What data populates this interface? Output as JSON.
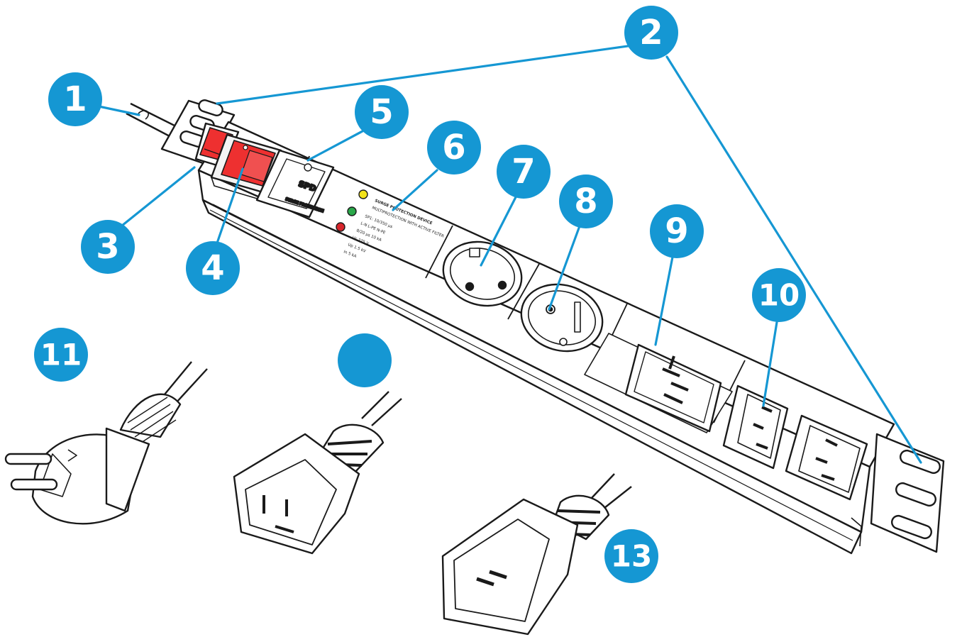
{
  "colors": {
    "callout": "#1597d3",
    "outline": "#1a1a1a",
    "switch_red": "#ee3030",
    "led_yellow": "#f2e21b",
    "led_green": "#2aa84a",
    "led_red": "#d8262c"
  },
  "callouts": [
    {
      "id": "1",
      "label": "1"
    },
    {
      "id": "2",
      "label": "2"
    },
    {
      "id": "3",
      "label": "3"
    },
    {
      "id": "4",
      "label": "4"
    },
    {
      "id": "5",
      "label": "5"
    },
    {
      "id": "6",
      "label": "6"
    },
    {
      "id": "7",
      "label": "7"
    },
    {
      "id": "8",
      "label": "8"
    },
    {
      "id": "9",
      "label": "9"
    },
    {
      "id": "10",
      "label": "10"
    },
    {
      "id": "11",
      "label": "11"
    },
    {
      "id": "12",
      "label": ""
    },
    {
      "id": "13",
      "label": "13"
    }
  ],
  "spd_module": {
    "letters": "SPD",
    "subtext": "SURGE PROTECTION"
  },
  "label_panel": {
    "heading": "SURGE PROTECTION DEVICE",
    "subheading": "MULTIPROTECTION WITH ACTIVE FILTER",
    "lines": [
      "SP1: 10/350 μs",
      "L-N L-PE N-PE",
      "8/20 μs 10 kA",
      "Uc 275 V",
      "Up 1.5 kV",
      "In 5 kA"
    ]
  }
}
